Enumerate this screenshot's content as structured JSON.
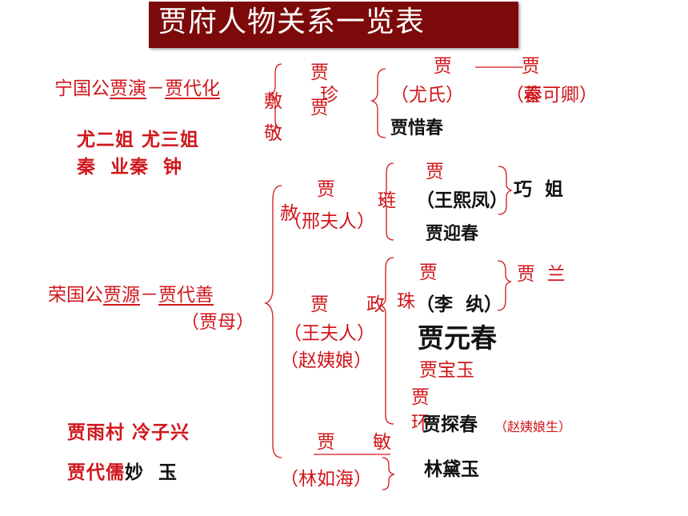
{
  "title": "贾府人物关系一览表",
  "ningguo": {
    "ancestor": "宁国公",
    "ancestor_name": "贾演",
    "dash": "－",
    "second_gen": "贾代化",
    "son_surname": "贾",
    "son_name": "敷",
    "son2": "敬",
    "grandson_surname": "贾",
    "grandson_name": "珍",
    "grandson_2": "贾",
    "wife": "（尤氏）",
    "great_grandson": "贾",
    "connector": "——",
    "great_grandson_2": "贾",
    "great_grandson_name": "蓉",
    "ggs_wife": "（秦可卿）",
    "daughter": "贾惜春"
  },
  "ningguo_side": {
    "line1": "尤二姐 尤三姐",
    "line2": "秦  业秦  钟"
  },
  "rongguo": {
    "ancestor": "荣国公",
    "ancestor_name": "贾源",
    "dash": "－",
    "second_gen": "贾代善",
    "wife": "（贾母）"
  },
  "jia_she": {
    "surname": "贾",
    "name": "赦",
    "wife": "（邢夫人）",
    "son_surname": "贾",
    "son_name": "琏",
    "son_wife": "（王熙凤）",
    "granddaughter": "巧  姐",
    "daughter": "贾迎春"
  },
  "jia_zheng": {
    "surname": "贾",
    "name": "政",
    "wife": "（王夫人）",
    "concubine": "（赵姨娘）",
    "son_surname": "贾",
    "son_name": "珠",
    "son_wife": "（李  纨）",
    "grandson": "贾  兰",
    "daughter1": "贾元春",
    "son2": "贾宝玉",
    "son3_surname": "贾",
    "son3_name": "环",
    "daughter2": "贾探春",
    "daughter2_note": "（赵姨娘生）"
  },
  "jia_min": {
    "surname": "贾",
    "name": "敏",
    "husband": "（林如海）",
    "daughter": "林黛玉"
  },
  "others": {
    "line1": "贾雨村 冷子兴",
    "line2_red": "贾代儒",
    "line2_black": "妙  玉"
  },
  "colors": {
    "title_bg": "#7d0a0a",
    "red": "#d0161b",
    "black": "#111111"
  }
}
